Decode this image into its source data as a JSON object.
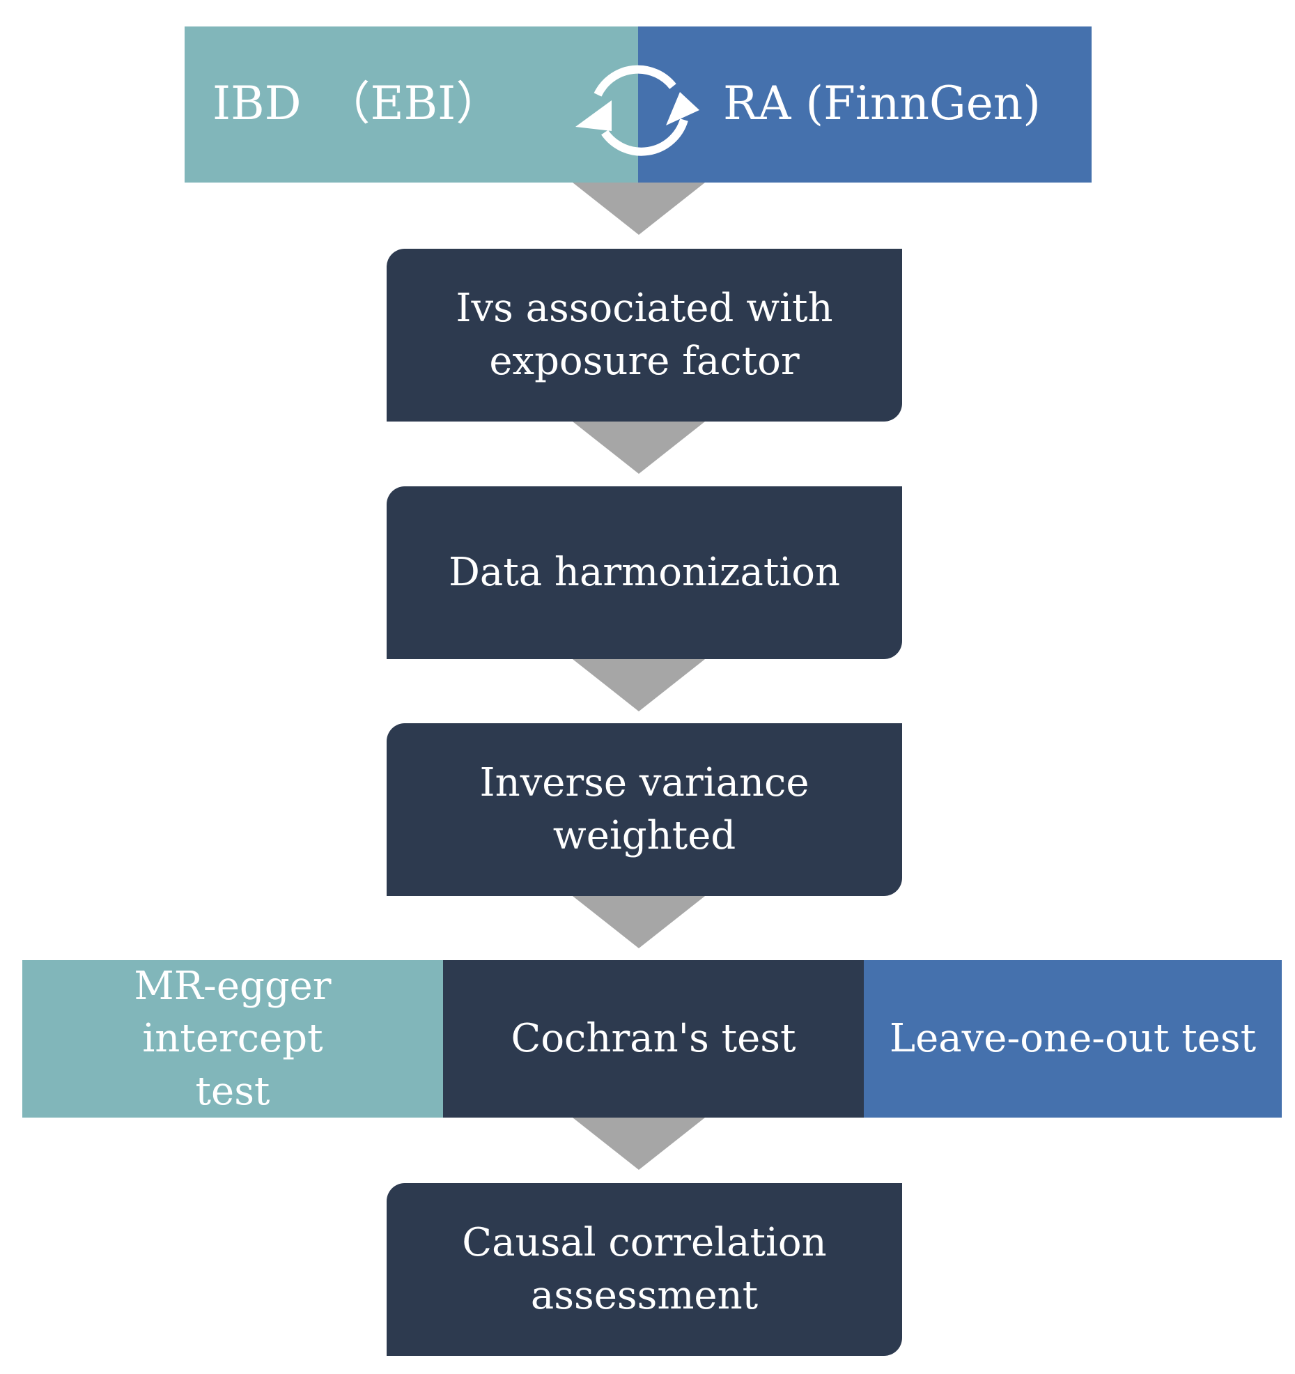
{
  "header": {
    "exposure": "IBD　（EBI）",
    "outcome": "RA (FinnGen)",
    "colors": {
      "left": "#81b6ba",
      "right": "#4571ad",
      "icon": "#ffffff"
    },
    "icon": "bidirectional-cycle-arrows-icon"
  },
  "steps": [
    "Ivs associated with exposure factor",
    "Data harmonization",
    "Inverse variance weighted"
  ],
  "tests": {
    "left": "MR-egger intercept test",
    "middle": "Cochran's test",
    "right": "Leave-one-out test"
  },
  "final_step": "Causal correlation assessment",
  "colors": {
    "step_box": "#2d3a4f",
    "arrow": "#a6a6a6"
  }
}
